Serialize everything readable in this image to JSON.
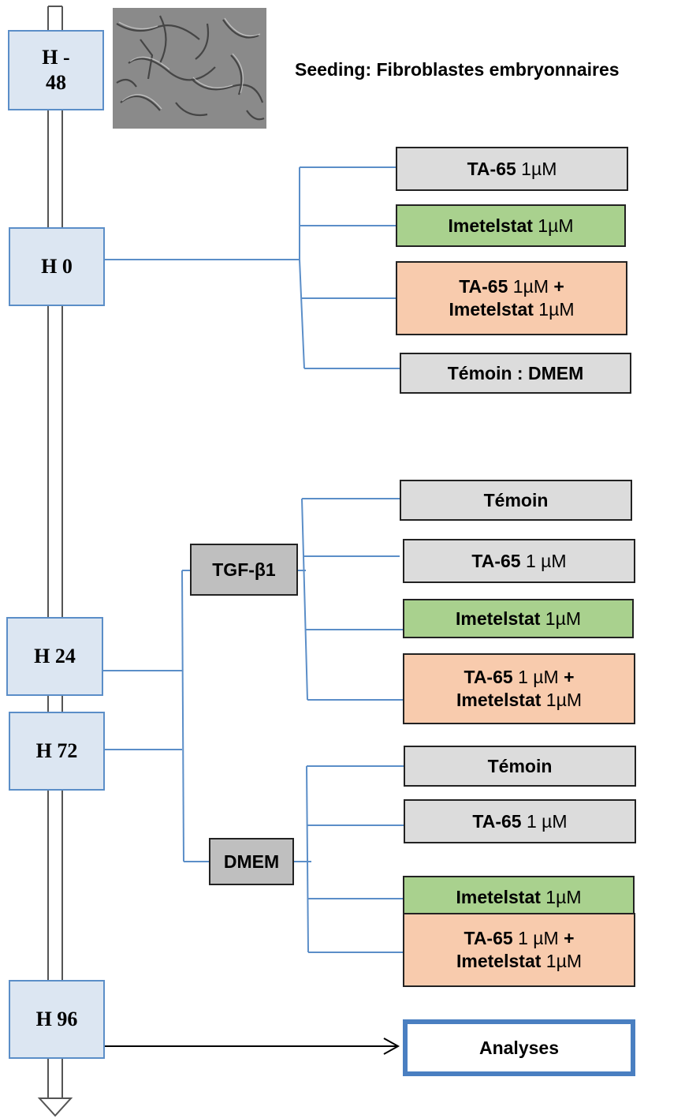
{
  "timeline": {
    "h_48": "H -\n48",
    "h0": "H 0",
    "h24": "H 24",
    "h72": "H 72",
    "h96": "H 96"
  },
  "seeding": "Seeding: Fibroblastes embryonnaires",
  "seeding_image": "fibroblast-culture-micrograph",
  "h0_branch": {
    "ta65": {
      "bold": "TA-65",
      "rest": " 1µM"
    },
    "imetelstat": {
      "bold": "Imetelstat",
      "rest": " 1µM"
    },
    "combo": {
      "bold1": "TA-65",
      "rest1": " 1µM ",
      "plus": "+",
      "bold2": "Imetelstat",
      "rest2": " 1µM"
    },
    "control": "Témoin : DMEM"
  },
  "tgf": {
    "label": "TGF-β1",
    "control": "Témoin",
    "ta65": {
      "bold": "TA-65",
      "rest": " 1 µM"
    },
    "imetelstat": {
      "bold": "Imetelstat",
      "rest": " 1µM"
    },
    "combo": {
      "bold1": "TA-65",
      "rest1": " 1 µM ",
      "plus": "+",
      "bold2": "Imetelstat",
      "rest2": " 1µM"
    }
  },
  "dmem": {
    "label": "DMEM",
    "control": "Témoin",
    "ta65": {
      "bold": "TA-65",
      "rest": " 1 µM"
    },
    "imetelstat": {
      "bold": "Imetelstat",
      "rest": " 1µM"
    },
    "combo": {
      "bold1": "TA-65",
      "rest1": " 1 µM ",
      "plus": "+",
      "bold2": "Imetelstat",
      "rest2": " 1µM"
    }
  },
  "final": "Analyses",
  "colors": {
    "timepoint_fill": "#dce6f2",
    "connector": "#5b8ec8",
    "green": "#a9d18e",
    "salmon": "#f8cbad",
    "gray": "#dcdcdc"
  }
}
